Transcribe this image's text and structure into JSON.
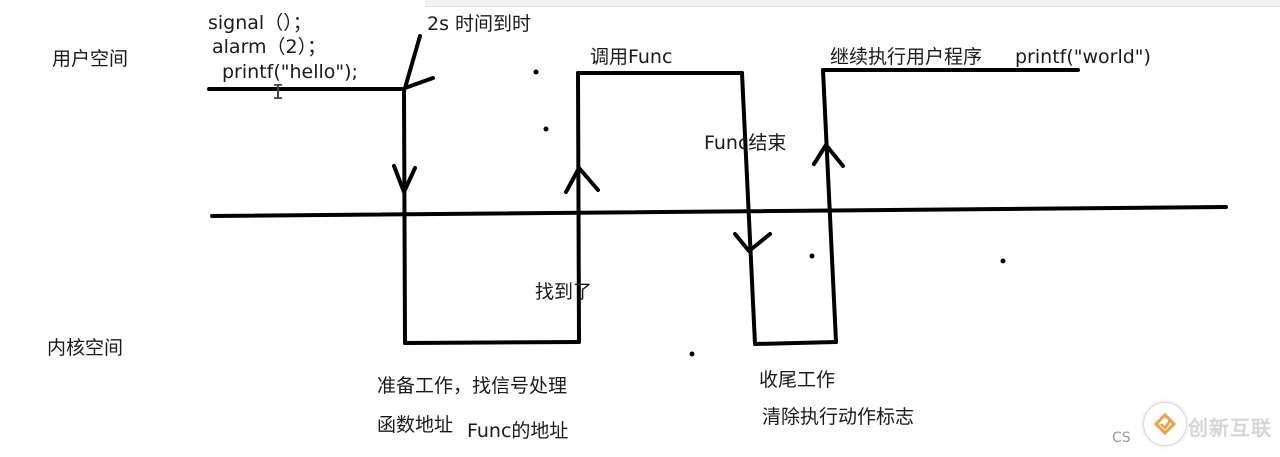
{
  "regions": {
    "user_space": "用户空间",
    "kernel_space": "内核空间"
  },
  "code": {
    "line1": "signal（）；",
    "line2": "alarm（2）；",
    "line3": "printf(\"hello\");"
  },
  "annotations": {
    "timer": "2s 时间到时",
    "call_func": "调用Func",
    "func_end": "Func结束",
    "continue_user": "继续执行用户程序",
    "printf_world": "printf(\"world\")",
    "found": "找到了",
    "prepare_line1": "准备工作，找信号处理",
    "prepare_line2": "函数地址",
    "func_addr": "Func的地址",
    "cleanup": "收尾工作",
    "clear_flag": "清除执行动作标志"
  },
  "watermark": {
    "brand": "创新互联",
    "cs": "CS"
  },
  "colors": {
    "ink": "#000000",
    "text": "#1a1a1a",
    "watermark_orange": "#f0a040"
  }
}
